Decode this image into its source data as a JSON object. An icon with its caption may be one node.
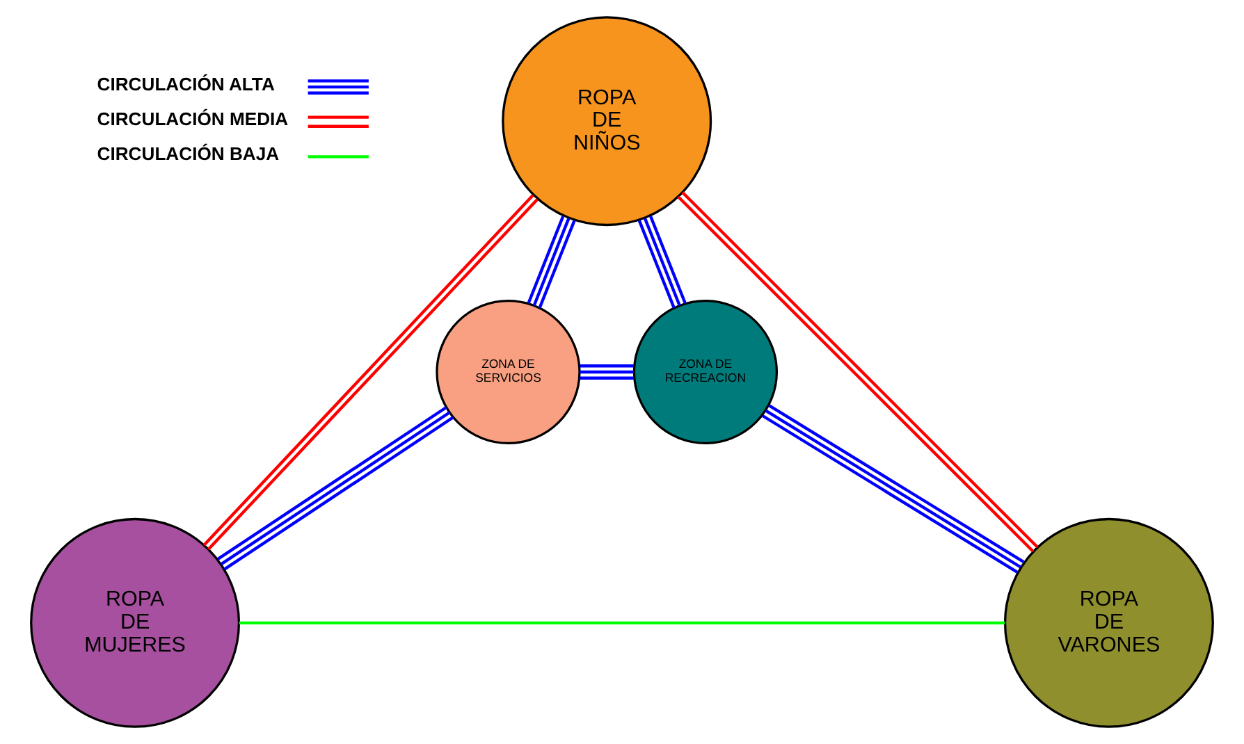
{
  "diagram": {
    "nodes": [
      {
        "text": [
          "ROPA DE NIÑOS"
        ]
      },
      {
        "text": [
          "ZONA DE SERVICIOS"
        ]
      },
      {
        "text": [
          "ZONA DE RECREACION"
        ]
      },
      {
        "text": [
          "ROPA DE MUJERES"
        ]
      },
      {
        "text": [
          "ROPA DE VARONES"
        ]
      }
    ],
    "edges": [
      {
        "from": 0,
        "to": 3,
        "arrow": "none",
        "color": "#ff0000"
      },
      {
        "from": 0,
        "to": 1,
        "arrow": "none"
      },
      {
        "from": 0,
        "to": 2,
        "arrow": "none"
      },
      {
        "from": 0,
        "to": 4,
        "arrow": "none",
        "color": "#ff0000"
      },
      {
        "from": 1,
        "to": 2,
        "arrow": "none"
      },
      {
        "from": 1,
        "to": 3,
        "arrow": "none"
      },
      {
        "from": 2,
        "to": 4,
        "arrow": "none"
      },
      {
        "from": 3,
        "to": 4,
        "arrow": "none",
        "color": "#00ff00"
      }
    ],
    "legend": [
      {
        "text": "CIRCULACIÓN ALTA"
      },
      {
        "text": "CIRCULACIÓN MEDIA"
      },
      {
        "text": "CIRCULACIÓN BAJA"
      }
    ]
  }
}
